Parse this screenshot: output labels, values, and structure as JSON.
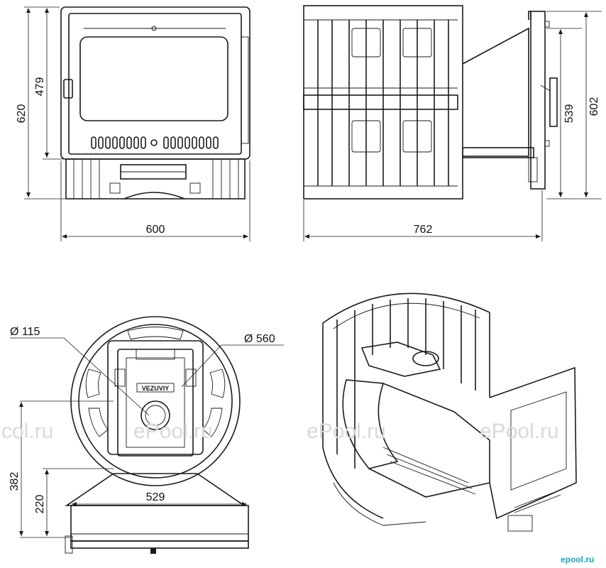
{
  "dimensions": {
    "front_height_total": "620",
    "front_height_door": "479",
    "front_width": "600",
    "side_width": "762",
    "side_height_inner": "539",
    "side_height_outer": "602",
    "top_diameter_small": "Ø 115",
    "top_diameter_large": "Ø 560",
    "top_height_total": "382",
    "top_height_base": "220",
    "top_base_width": "529"
  },
  "brand_label": "VEZUVIY",
  "watermarks": [
    "col.ru",
    "ePool.ru",
    "ePool.ru",
    "ePool.ru"
  ],
  "logo": "epool.ru",
  "colors": {
    "line": "#1a1a1a",
    "watermark": "#d9d9d9",
    "logo": "#1aa3c8"
  }
}
